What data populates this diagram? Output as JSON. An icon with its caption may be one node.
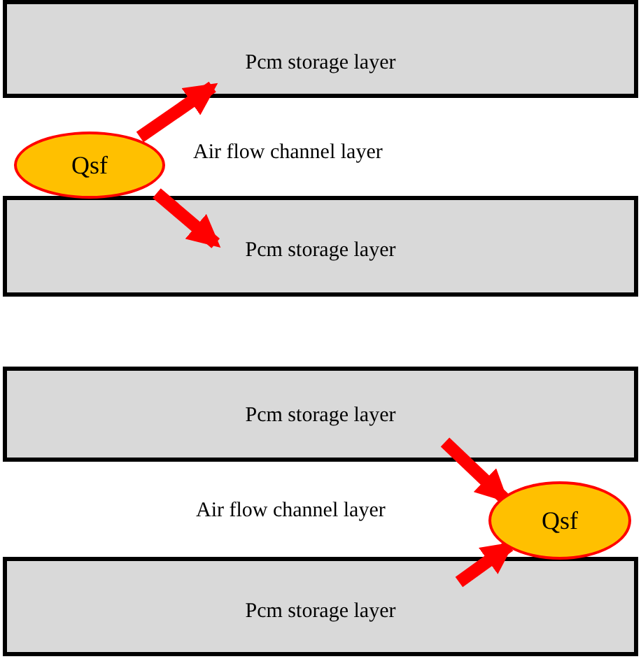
{
  "diagram": {
    "nodes": [
      {
        "text": [
          "Pcm storage layer"
        ]
      },
      {
        "text": [
          "Qsf"
        ]
      },
      {
        "text": [
          "Pcm storage layer"
        ]
      },
      {
        "text": [
          "Pcm storage layer"
        ]
      },
      {
        "text": [
          "Qsf"
        ]
      },
      {
        "text": [
          "Pcm storage layer"
        ]
      }
    ],
    "edges": [
      {
        "from": 1,
        "to": 0,
        "arrow": "to"
      },
      {
        "from": 1,
        "to": 2,
        "arrow": "to"
      },
      {
        "from": 3,
        "to": 4,
        "arrow": "to"
      },
      {
        "from": 5,
        "to": 4,
        "arrow": "to"
      }
    ],
    "labels": [
      "Air flow channel layer",
      "Air flow channel layer"
    ]
  }
}
